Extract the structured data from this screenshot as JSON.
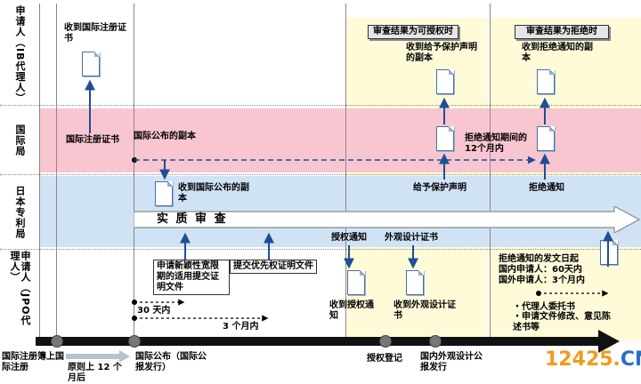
{
  "rows": {
    "applicant_ib": "申请人（IB代理人）",
    "intl_bureau": "国际局",
    "jpo": "日本专利局",
    "applicant_jpo": "申请人（JPO代理人）"
  },
  "headers": {
    "grant_case": "审查结果为可授权时",
    "refusal_case": "审查结果为拒绝时"
  },
  "labels": {
    "receive_intl_cert": "收到国际注册证书",
    "intl_cert": "国际注册证书",
    "copy_intl_pub": "国际公布的副本",
    "receive_copy_intl_pub": "收到国际公布的副本",
    "receive_protection_copy": "收到给予保护声明的副本",
    "grant_protection": "给予保护声明",
    "refusal_period": "拒绝通知期间的12个月内",
    "receive_refusal_copy": "收到拒绝通知的副本",
    "refusal_notice": "拒绝通知",
    "substantive_exam": "实 质 审 查",
    "grace_period_box": "申请新颖性宽限期的适用提交证明文件",
    "priority_doc": "提交优先权证明文件",
    "days_30": "30 天内",
    "months_3": "3 个月内",
    "grant_notice": "授权通知",
    "design_cert": "外观设计证书",
    "receive_grant_notice": "收到授权通知",
    "receive_design_cert": "收到外观设计证书",
    "refusal_dispatch": "拒绝通知的发文日起",
    "domestic_applicant": "国内申请人：60天内",
    "foreign_applicant": "国外申请人：3个月内",
    "bullet_agent": "・代理人委托书",
    "bullet_amend": "・申请文件修改、意见陈述书等"
  },
  "timeline": {
    "intl_reg_date": "国际注册簿上国际注册",
    "principle_12": "原则上 12 个月后",
    "intl_pub": "国际公布（国际公报发行）",
    "grant_reg": "授权登记",
    "domestic_pub": "国内外观设计公报发行"
  },
  "watermark": {
    "digits": "12425",
    "dot": ".",
    "suffix": "CN"
  },
  "colors": {
    "pink_band": "#f8c6d0",
    "blue_band": "#cfe3f5",
    "yellow_region": "#fffbd9",
    "arrow_blue": "#1f4e96",
    "watermark_orange": "#f29a1d",
    "watermark_blue": "#2a6cc7"
  }
}
